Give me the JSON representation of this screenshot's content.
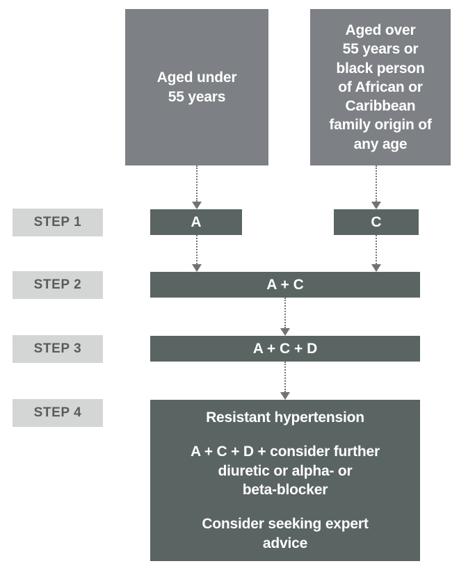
{
  "diagram": {
    "colors": {
      "entry_box_bg": "#7d8085",
      "bar_bg": "#5a6462",
      "step_label_bg": "#d4d5d5",
      "step_label_text": "#575c5c",
      "arrow": "#6e7471",
      "box_text": "#ffffff",
      "page_bg": "#ffffff"
    },
    "entry_boxes": [
      {
        "id": "entry-left",
        "text": "Aged under\n55 years"
      },
      {
        "id": "entry-right",
        "text": "Aged over\n55 years or\nblack person\nof African or\nCaribbean\nfamily origin of\nany age"
      }
    ],
    "steps": [
      {
        "label": "STEP 1"
      },
      {
        "label": "STEP 2"
      },
      {
        "label": "STEP 3"
      },
      {
        "label": "STEP 4"
      }
    ],
    "bars": {
      "step1_left": "A",
      "step1_right": "C",
      "step2": "A + C",
      "step3": "A + C + D"
    },
    "resistant_box": {
      "title": "Resistant hypertension",
      "regimen": "A + C + D + consider further\ndiuretic or alpha- or\nbeta-blocker",
      "advice": "Consider seeking expert\nadvice"
    },
    "arrows": [
      {
        "id": "arrow-left-entry",
        "from": "entry-left",
        "to": "step1_left",
        "style": "dotted-down"
      },
      {
        "id": "arrow-right-entry",
        "from": "entry-right",
        "to": "step1_right",
        "style": "dotted-down"
      },
      {
        "id": "arrow-a-to-ac",
        "from": "step1_left",
        "to": "step2",
        "style": "dotted-down"
      },
      {
        "id": "arrow-c-to-ac",
        "from": "step1_right",
        "to": "step2",
        "style": "dotted-down"
      },
      {
        "id": "arrow-ac-to-acd",
        "from": "step2",
        "to": "step3",
        "style": "dotted-down"
      },
      {
        "id": "arrow-acd-to-rh",
        "from": "step3",
        "to": "step4",
        "style": "dotted-down"
      }
    ]
  }
}
